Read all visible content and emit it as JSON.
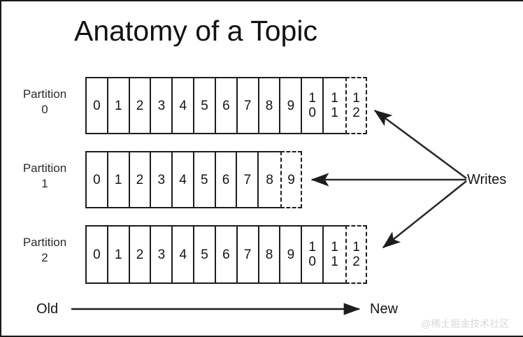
{
  "diagram": {
    "title": "Anatomy of a Topic",
    "watermark": "@稀土掘金技术社区",
    "colors": {
      "stroke": "#1d1d1d",
      "text": "#141414",
      "background": "#ffffff",
      "watermark": "#d8d8d8"
    },
    "partitions": [
      {
        "label": "Partition\n0",
        "name": "partition-0",
        "committed": [
          "0",
          "1",
          "2",
          "3",
          "4",
          "5",
          "6",
          "7",
          "8",
          "9",
          "1\n0",
          "1\n1"
        ],
        "pending": "1\n2"
      },
      {
        "label": "Partition\n1",
        "name": "partition-1",
        "committed": [
          "0",
          "1",
          "2",
          "3",
          "4",
          "5",
          "6",
          "7",
          "8"
        ],
        "pending": "9"
      },
      {
        "label": "Partition\n2",
        "name": "partition-2",
        "committed": [
          "0",
          "1",
          "2",
          "3",
          "4",
          "5",
          "6",
          "7",
          "8",
          "9",
          "1\n0",
          "1\n1"
        ],
        "pending": "1\n2"
      }
    ],
    "writes": {
      "label": "Writes",
      "arrow_count": 3
    },
    "timeline": {
      "old_label": "Old",
      "new_label": "New"
    }
  }
}
